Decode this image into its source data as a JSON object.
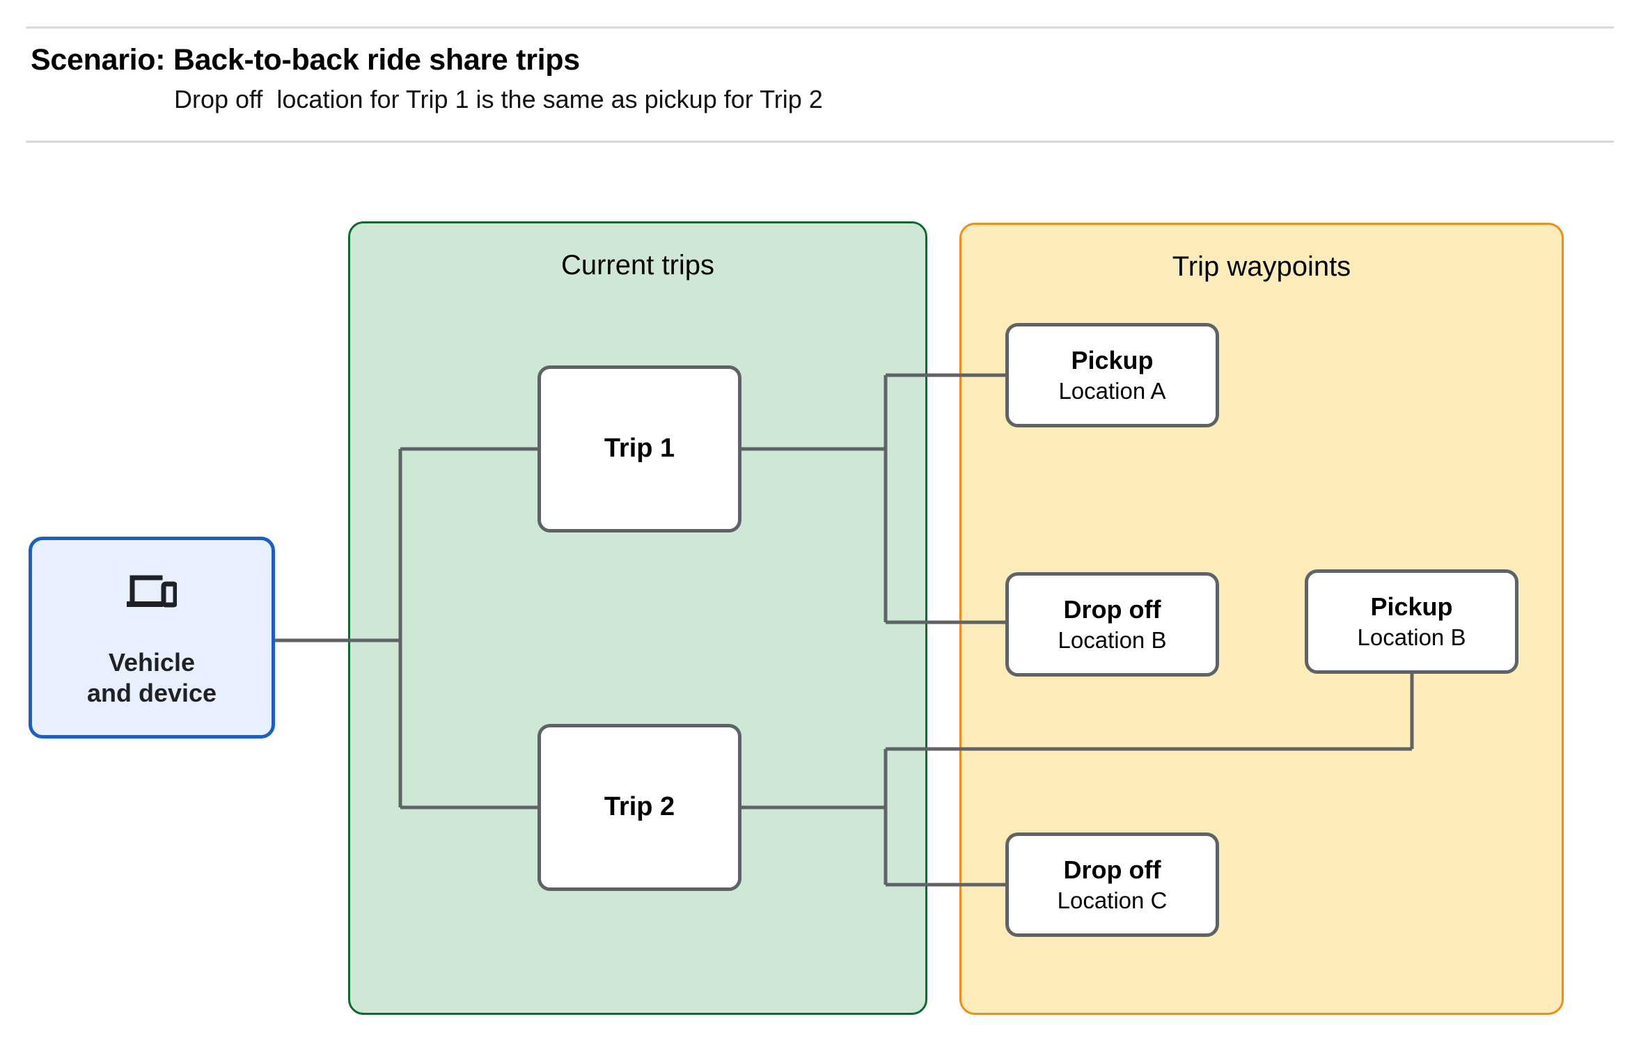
{
  "header": {
    "title": "Scenario: Back-to-back ride share trips",
    "subtitle": "Drop off  location for Trip 1 is the same as pickup for Trip 2"
  },
  "source": {
    "label": "Vehicle\nand device",
    "icon": "devices-icon"
  },
  "groups": {
    "current_trips": {
      "title": "Current trips",
      "fill_color": "#cfe8d5",
      "border_color": "#0b6b33"
    },
    "trip_waypoints": {
      "title": "Trip waypoints",
      "fill_color": "#fcecb9",
      "border_color": "#f28c12"
    }
  },
  "trips": [
    {
      "label": "Trip 1"
    },
    {
      "label": "Trip 2"
    }
  ],
  "waypoints": [
    {
      "type": "Pickup",
      "location": "Location A"
    },
    {
      "type": "Drop off",
      "location": "Location B"
    },
    {
      "type": "Pickup",
      "location": "Location B"
    },
    {
      "type": "Drop off",
      "location": "Location C"
    }
  ],
  "colors": {
    "connector": "#5f6368",
    "node_border": "#5f6368",
    "vehicle_fill": "#e8effd",
    "vehicle_border": "#1a5fc8",
    "rule": "#d9d9d9"
  }
}
